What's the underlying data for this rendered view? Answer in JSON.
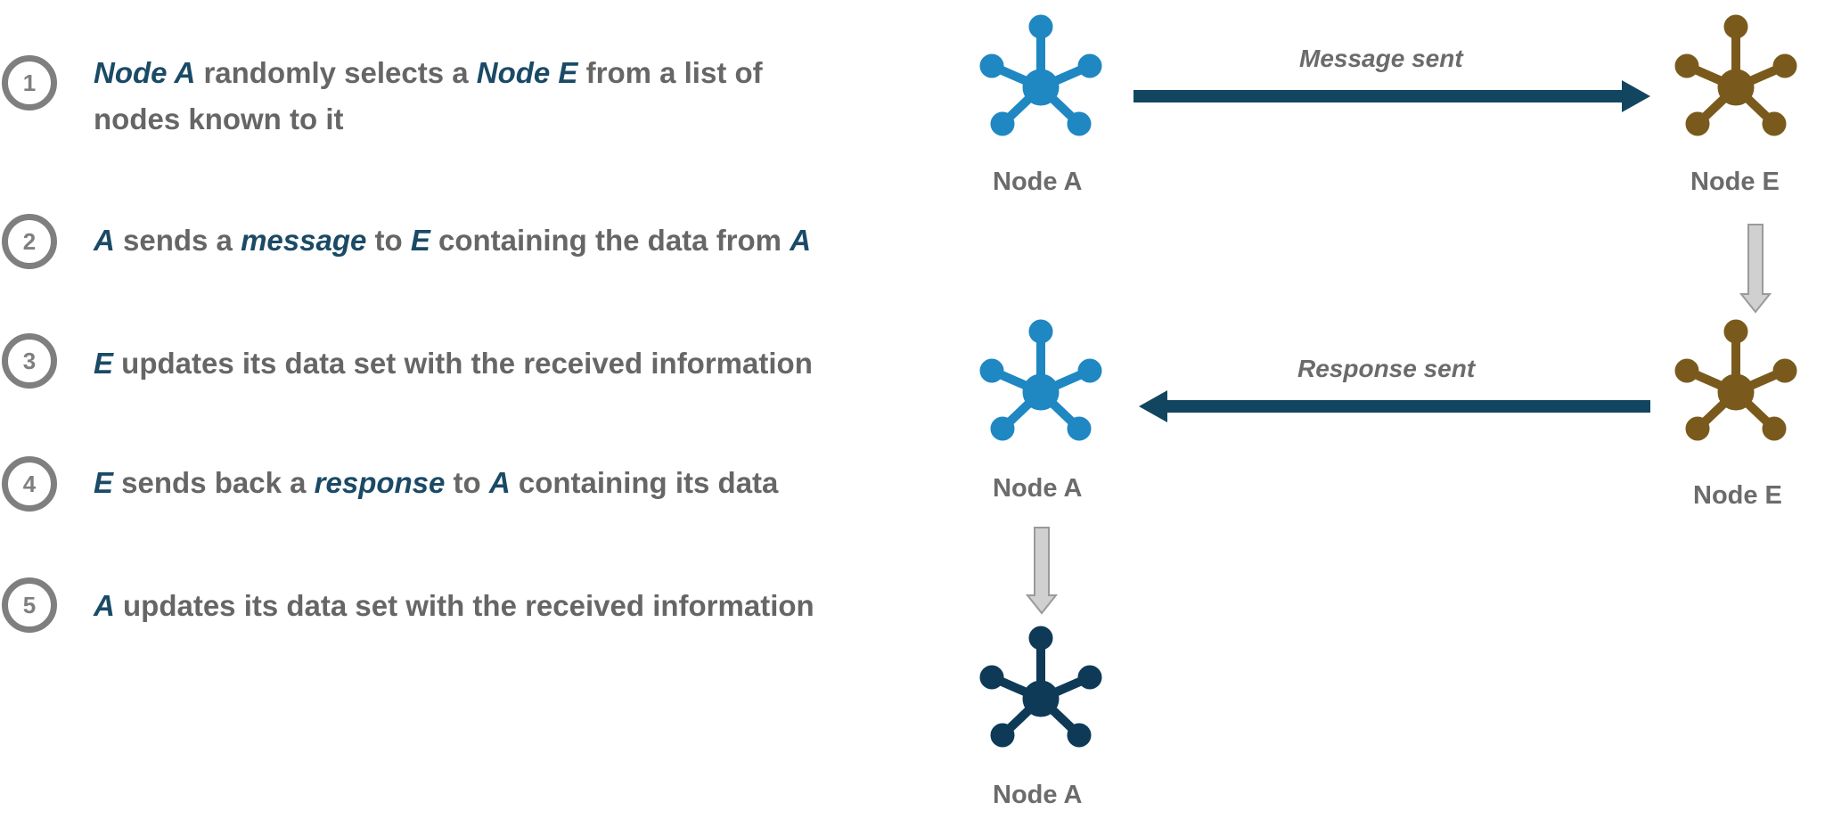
{
  "steps": [
    {
      "num": "1",
      "segments": [
        {
          "t": "Node A",
          "em": true
        },
        {
          "t": " randomly selects a ",
          "em": false
        },
        {
          "t": "Node E",
          "em": true
        },
        {
          "t": " from a list of",
          "em": false
        },
        {
          "t": "\n",
          "em": false
        },
        {
          "t": "nodes known to it",
          "em": false
        }
      ]
    },
    {
      "num": "2",
      "segments": [
        {
          "t": "A",
          "em": true
        },
        {
          "t": " sends a ",
          "em": false
        },
        {
          "t": "message",
          "em": true
        },
        {
          "t": " to ",
          "em": false
        },
        {
          "t": "E",
          "em": true
        },
        {
          "t": " containing the data from ",
          "em": false
        },
        {
          "t": "A",
          "em": true
        }
      ]
    },
    {
      "num": "3",
      "segments": [
        {
          "t": "E",
          "em": true
        },
        {
          "t": " updates its data set with the received information",
          "em": false
        }
      ]
    },
    {
      "num": "4",
      "segments": [
        {
          "t": "E",
          "em": true
        },
        {
          "t": " sends back a ",
          "em": false
        },
        {
          "t": "response",
          "em": true
        },
        {
          "t": " to ",
          "em": false
        },
        {
          "t": "A",
          "em": true
        },
        {
          "t": " containing its data",
          "em": false
        }
      ]
    },
    {
      "num": "5",
      "segments": [
        {
          "t": "A",
          "em": true
        },
        {
          "t": " updates its data set with the received information",
          "em": false
        }
      ]
    }
  ],
  "diagram": {
    "node_a_label": "Node A",
    "node_e_label": "Node E",
    "message_label": "Message sent",
    "response_label": "Response sent"
  },
  "colors": {
    "node_a": "#1f87c2",
    "node_e": "#7a5a1c",
    "node_a_updated": "#0e3a57",
    "arrow_main": "#124660",
    "arrow_down_fill": "#d0d0d0",
    "arrow_down_stroke": "#9a9a9a",
    "circle": "#7f7f7f"
  }
}
